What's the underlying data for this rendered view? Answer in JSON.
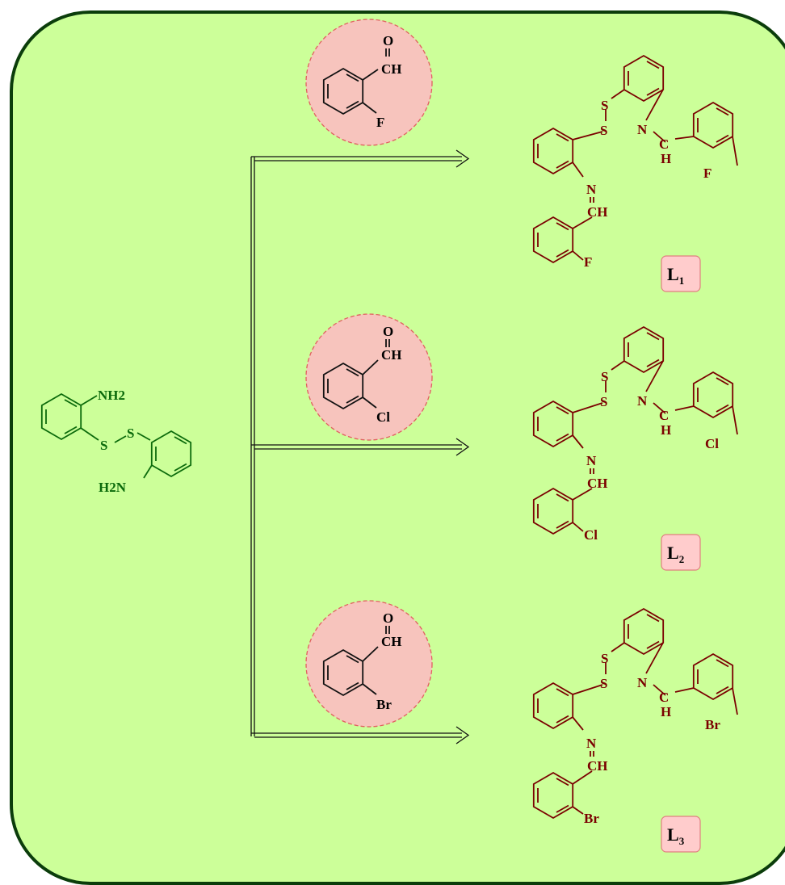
{
  "starting_material": {
    "labels": [
      "NH2",
      "H2N",
      "S",
      "S"
    ]
  },
  "reagents": [
    {
      "carbonyl_o": "O",
      "cho": "CH",
      "substituent": "F"
    },
    {
      "carbonyl_o": "O",
      "cho": "CH",
      "substituent": "Cl"
    },
    {
      "carbonyl_o": "O",
      "cho": "CH",
      "substituent": "Br"
    }
  ],
  "products": [
    {
      "label_main": "L",
      "label_sub": "1",
      "halogen": "F",
      "s1": "S",
      "s2": "S",
      "n1": "N",
      "n2": "N",
      "c1": "C",
      "h1": "H",
      "ch2": "CH"
    },
    {
      "label_main": "L",
      "label_sub": "2",
      "halogen": "Cl",
      "s1": "S",
      "s2": "S",
      "n1": "N",
      "n2": "N",
      "c1": "C",
      "h1": "H",
      "ch2": "CH"
    },
    {
      "label_main": "L",
      "label_sub": "3",
      "halogen": "Br",
      "s1": "S",
      "s2": "S",
      "n1": "N",
      "n2": "N",
      "c1": "C",
      "h1": "H",
      "ch2": "CH"
    }
  ],
  "colors": {
    "panel_background": "#ccff99",
    "panel_border": "#0b3d0b",
    "starting_material": "#0b6a0b",
    "product": "#7a0000",
    "reagent_circle": "#f7c4bd",
    "label_box": "#ffcccc"
  }
}
